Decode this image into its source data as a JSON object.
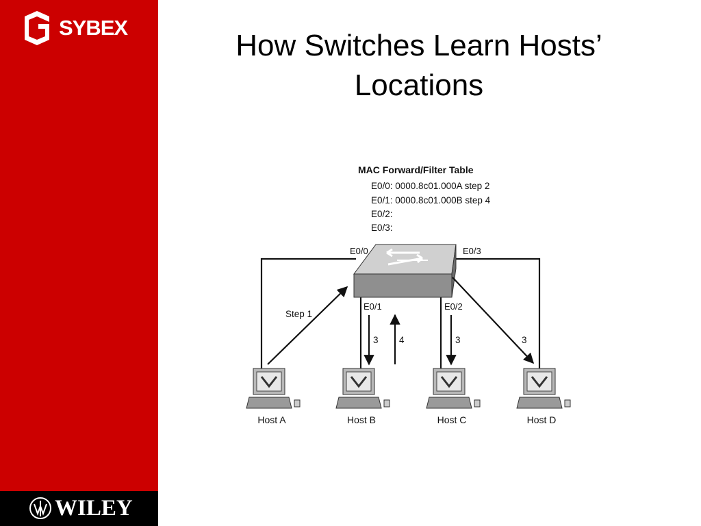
{
  "slide": {
    "title_line1": "How Switches Learn Hosts’",
    "title_line2": "Locations"
  },
  "branding": {
    "publisher": "SYBEX",
    "footer_logo": "WILEY",
    "sidebar_color": "#cc0000",
    "footer_color": "#000000"
  },
  "diagram": {
    "table_title": "MAC Forward/Filter Table",
    "table_rows": [
      "E0/0: 0000.8c01.000A  step 2",
      "E0/1: 0000.8c01.000B  step 4",
      "E0/2:",
      "E0/3:"
    ],
    "ports": {
      "e00": "E0/0",
      "e01": "E0/1",
      "e02": "E0/2",
      "e03": "E0/3"
    },
    "steps": {
      "step1": "Step 1",
      "b_down": "3",
      "b_up": "4",
      "c_down": "3",
      "d": "3"
    },
    "hosts": [
      "Host A",
      "Host B",
      "Host C",
      "Host D"
    ],
    "icons": [
      "switch-icon",
      "computer-icon"
    ]
  }
}
